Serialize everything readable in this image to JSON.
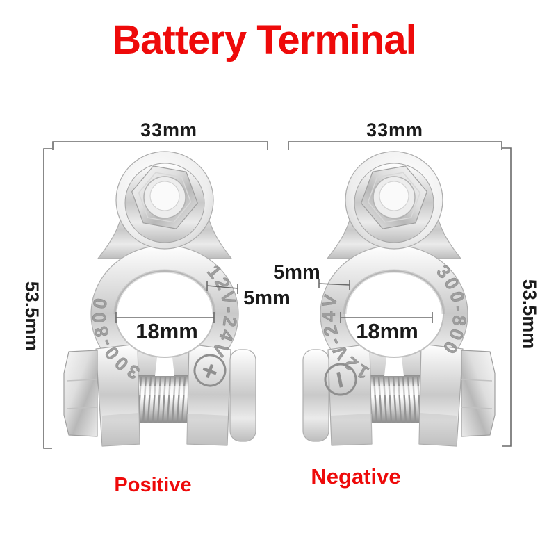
{
  "title": {
    "text": "Battery Terminal"
  },
  "colors": {
    "accent_red": "#ee0a0a",
    "dimension_text": "#1b1b1b",
    "dimension_line": "#6a6a6a",
    "metal_engraving": "#9b9b9b"
  },
  "terminals": {
    "positive": {
      "name": "Positive",
      "polarity_mark": "+",
      "engraving_left": "300-800",
      "engraving_right": "12V-24V",
      "dim_width": "33mm",
      "dim_height": "53.5mm",
      "dim_hole": "18mm",
      "dim_wall": "5mm"
    },
    "negative": {
      "name": "Negative",
      "polarity_mark": "−",
      "engraving_left": "12V-24V",
      "engraving_right": "300-800",
      "dim_width": "33mm",
      "dim_height": "53.5mm",
      "dim_hole": "18mm",
      "dim_wall": "5mm"
    }
  }
}
